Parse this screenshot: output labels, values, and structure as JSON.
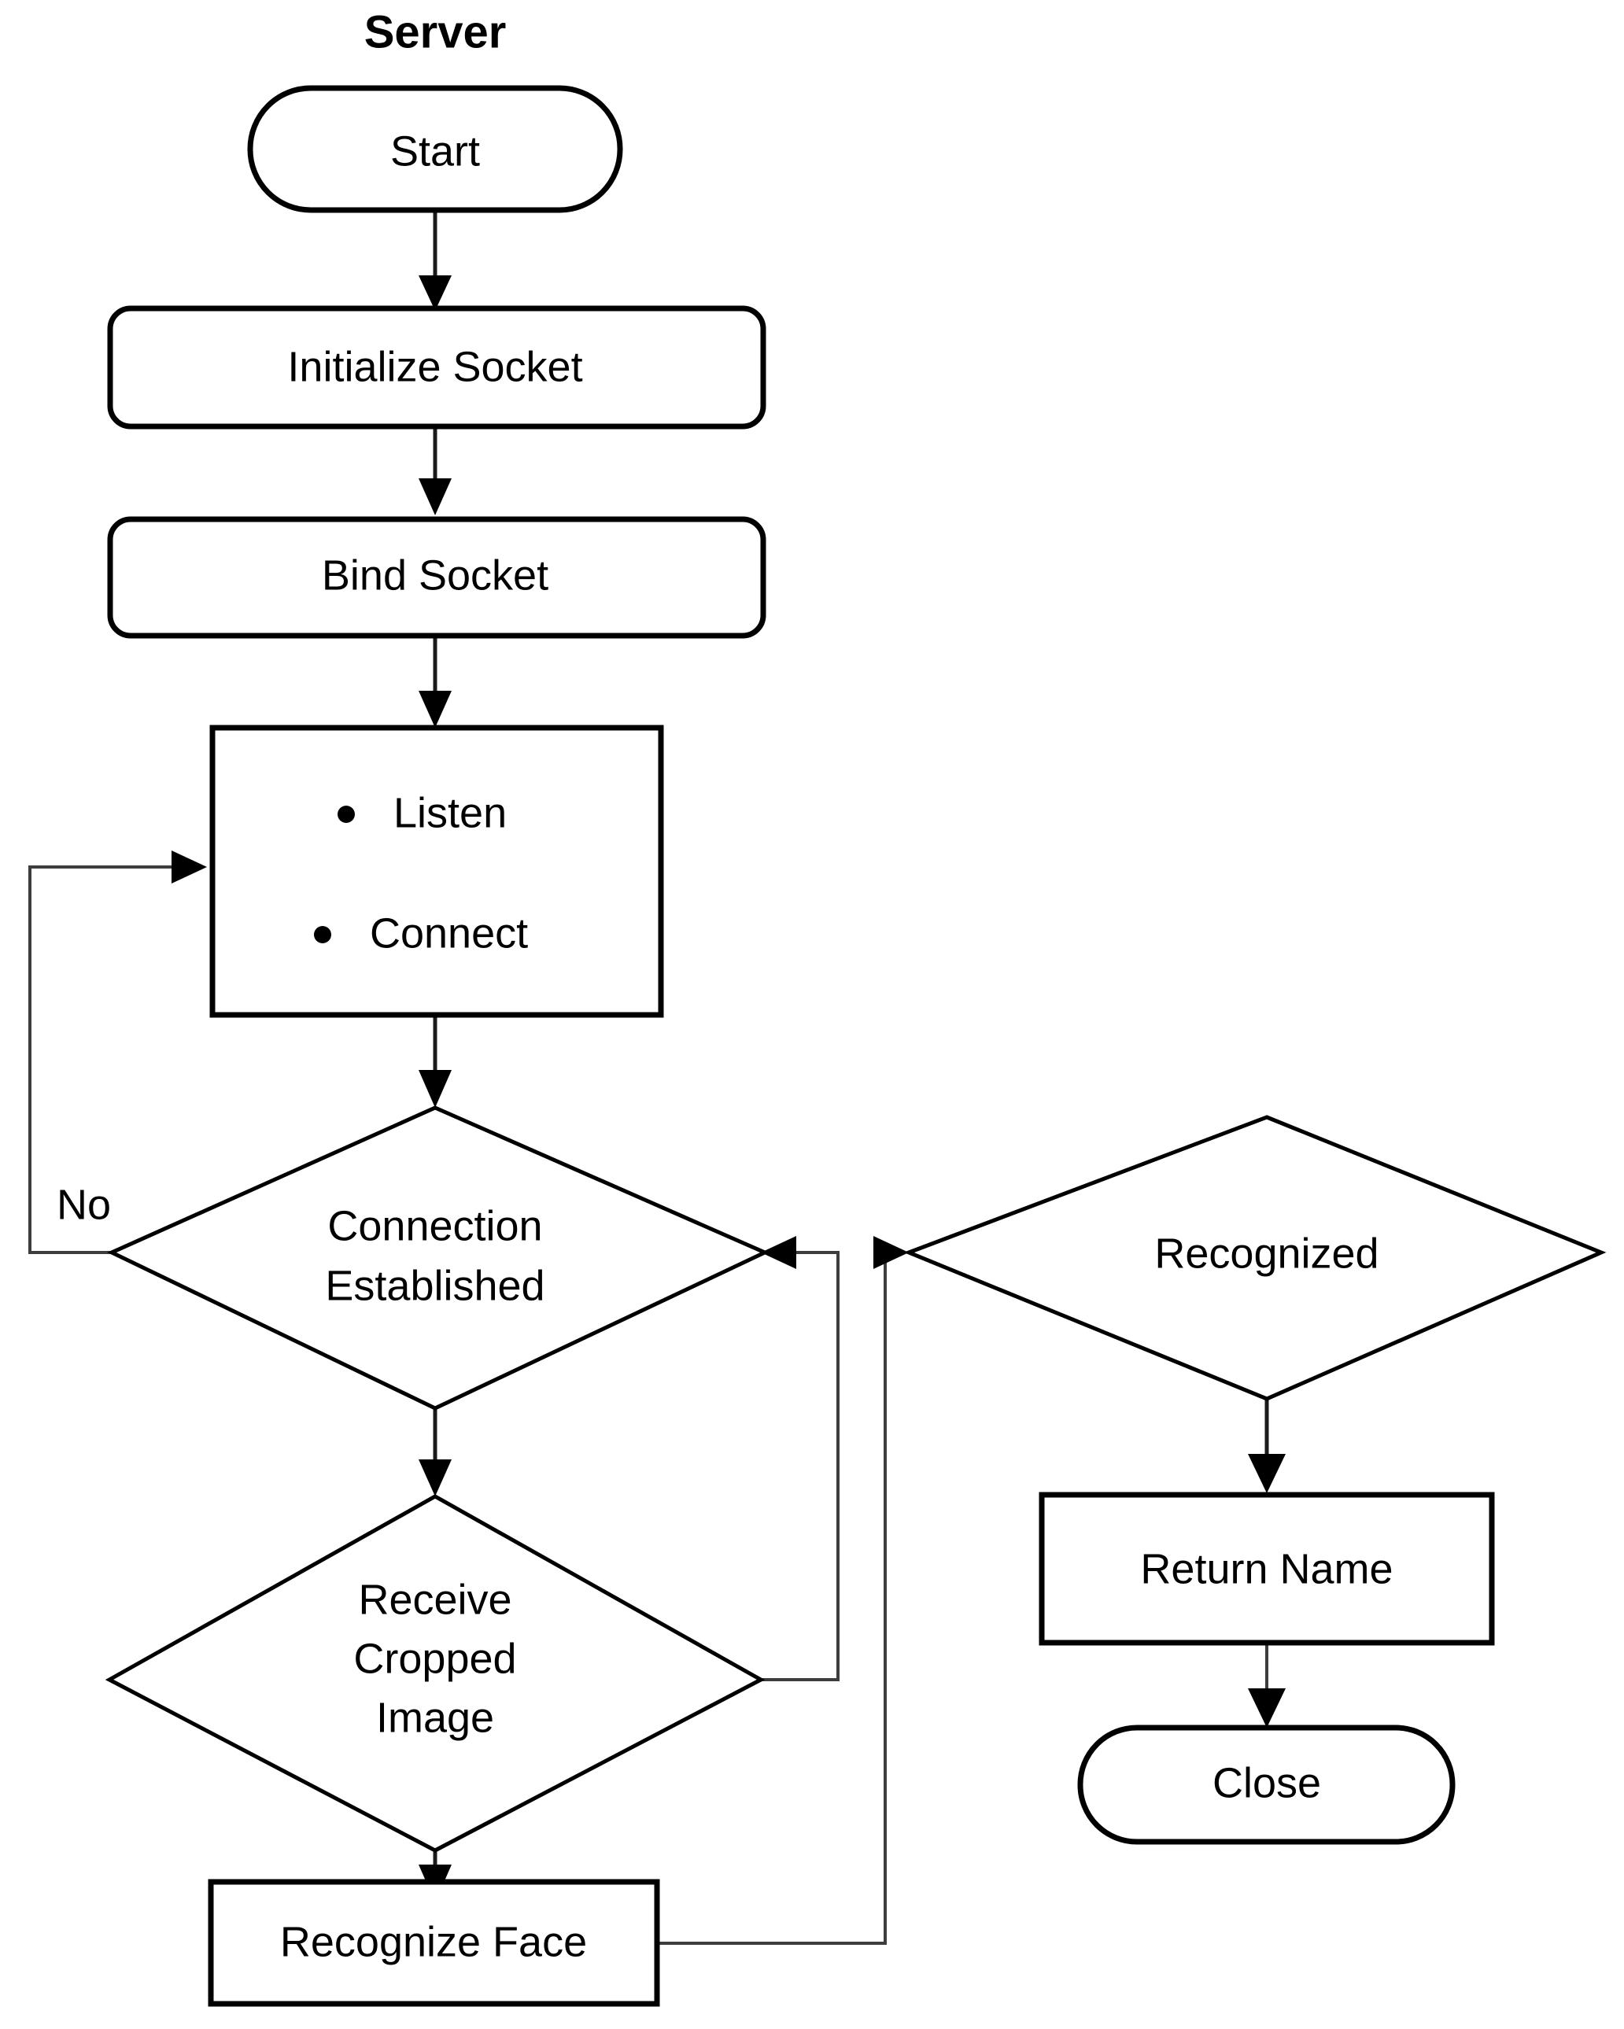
{
  "diagram": {
    "title": "Server",
    "background_color": "#ffffff",
    "line_color": "#000000",
    "text_color": "#000000"
  },
  "nodes": {
    "start": {
      "label": "Start",
      "shape": "stadium"
    },
    "init_socket": {
      "label": "Initialize Socket",
      "shape": "rounded-rect"
    },
    "bind_socket": {
      "label": "Bind Socket",
      "shape": "rounded-rect"
    },
    "listen_connect": {
      "shape": "rect",
      "bullets": [
        "Listen",
        "Connect"
      ]
    },
    "connection_established": {
      "shape": "diamond",
      "lines": [
        "Connection",
        "Established"
      ]
    },
    "receive_cropped_image": {
      "shape": "diamond",
      "lines": [
        "Receive",
        "Cropped",
        "Image"
      ]
    },
    "recognize_face": {
      "label": "Recognize Face",
      "shape": "rect"
    },
    "recognized": {
      "label": "Recognized",
      "shape": "diamond"
    },
    "return_name": {
      "label": "Return Name",
      "shape": "rect"
    },
    "close": {
      "label": "Close",
      "shape": "stadium"
    }
  },
  "edge_labels": {
    "no": "No"
  }
}
